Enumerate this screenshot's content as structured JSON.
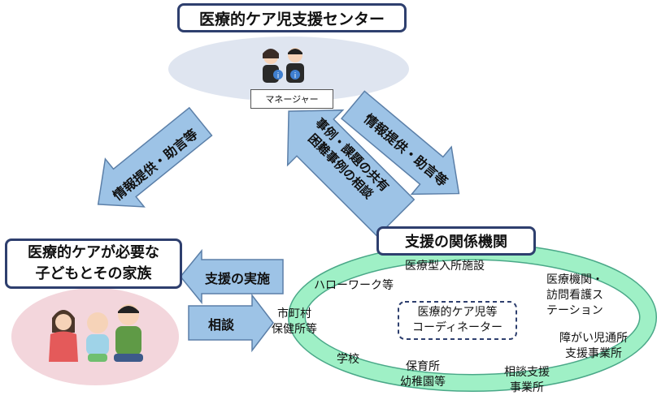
{
  "center": {
    "title": "医療的ケア児支援センター",
    "manager_label": "マネージャー"
  },
  "family": {
    "title_line1": "医療的ケアが必要な",
    "title_line2": "子どもとその家族"
  },
  "agencies": {
    "title": "支援の関係機関",
    "coordinator_line1": "医療的ケア児等",
    "coordinator_line2": "コーディネーター",
    "nodes": {
      "city_line1": "市町村",
      "city_line2": "保健所等",
      "hellowork": "ハローワーク等",
      "medical_facility": "医療型入所施設",
      "hospital_line1": "医療機関・",
      "hospital_line2": "訪問看護ス",
      "hospital_line3": "テーション",
      "disability_line1": "障がい児通所",
      "disability_line2": "支援事業所",
      "consult_line1": "相談支援",
      "consult_line2": "事業所",
      "nursery_line1": "保育所",
      "nursery_line2": "幼稚園等",
      "school": "学校"
    }
  },
  "arrows": {
    "center_to_family": "情報提供・助言等",
    "agency_to_center_line1": "事例・課題の共有",
    "agency_to_center_line2": "困難事例の相談",
    "center_to_agency": "情報提供・助言等",
    "support": "支援の実施",
    "consult": "相談"
  },
  "colors": {
    "box_border": "#2e3f6e",
    "arrow_fill": "#9dc3e6",
    "arrow_stroke": "#5b7fa8",
    "ring": "#9ff0c6",
    "ring_stroke": "#4aa888",
    "center_ellipse": "#dfe5f0",
    "family_ellipse": "#f3d6dc",
    "coordinator_border": "#2e3f6e"
  }
}
